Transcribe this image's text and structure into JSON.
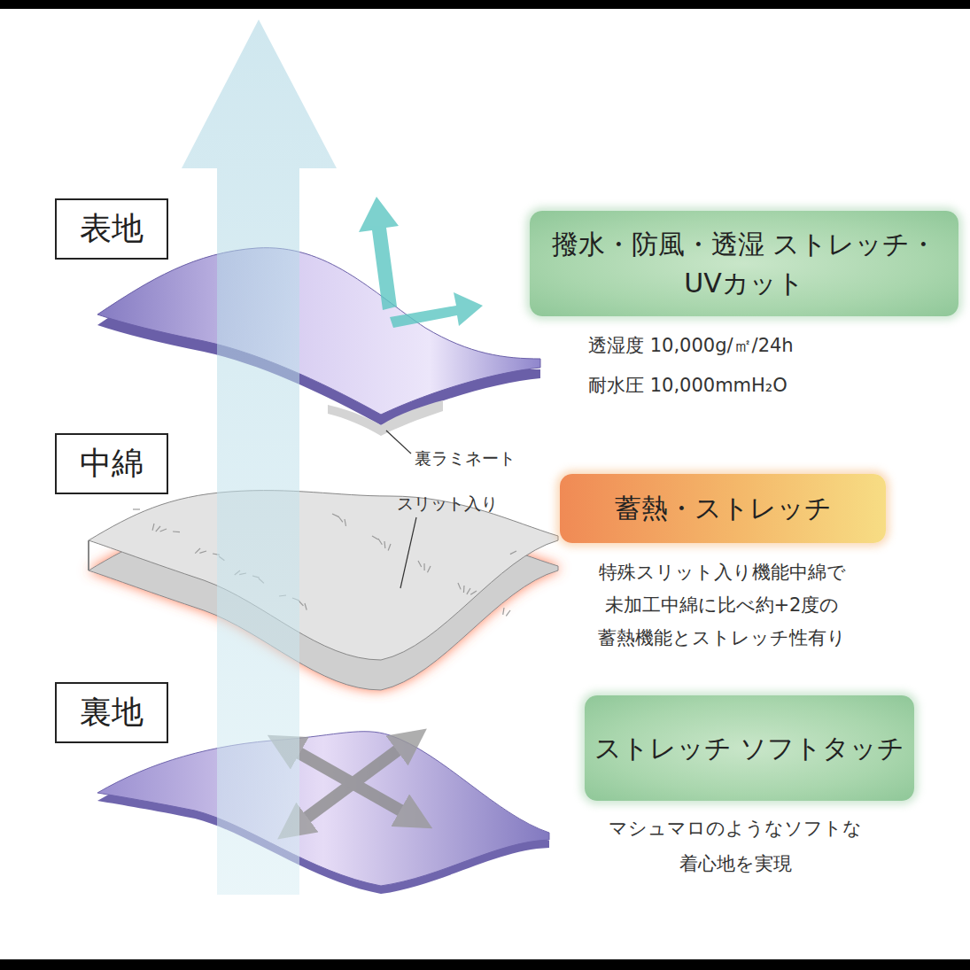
{
  "diagram": {
    "nodes": [
      {
        "text": [
          "表地"
        ]
      },
      {
        "text": [
          "撥水・防風・透湿 ストレッチ・UVカット"
        ]
      },
      {
        "text": [
          "中綿"
        ]
      },
      {
        "text": [
          "蓄熱・ストレッチ"
        ]
      },
      {
        "text": [
          "裏地"
        ]
      },
      {
        "text": [
          "ストレッチ ソフトタッチ"
        ]
      }
    ],
    "labels": [
      "透湿度 10,000g/㎡/24h",
      "耐水圧 10,000mmH₂O",
      "裏ラミネート",
      "スリット入り",
      "特殊スリット入り機能中綿で 未加工中綿に比べ約+2度の 蓄熱機能とストレッチ性有り",
      "マシュマロのようなソフトな 着心地を実現"
    ]
  }
}
